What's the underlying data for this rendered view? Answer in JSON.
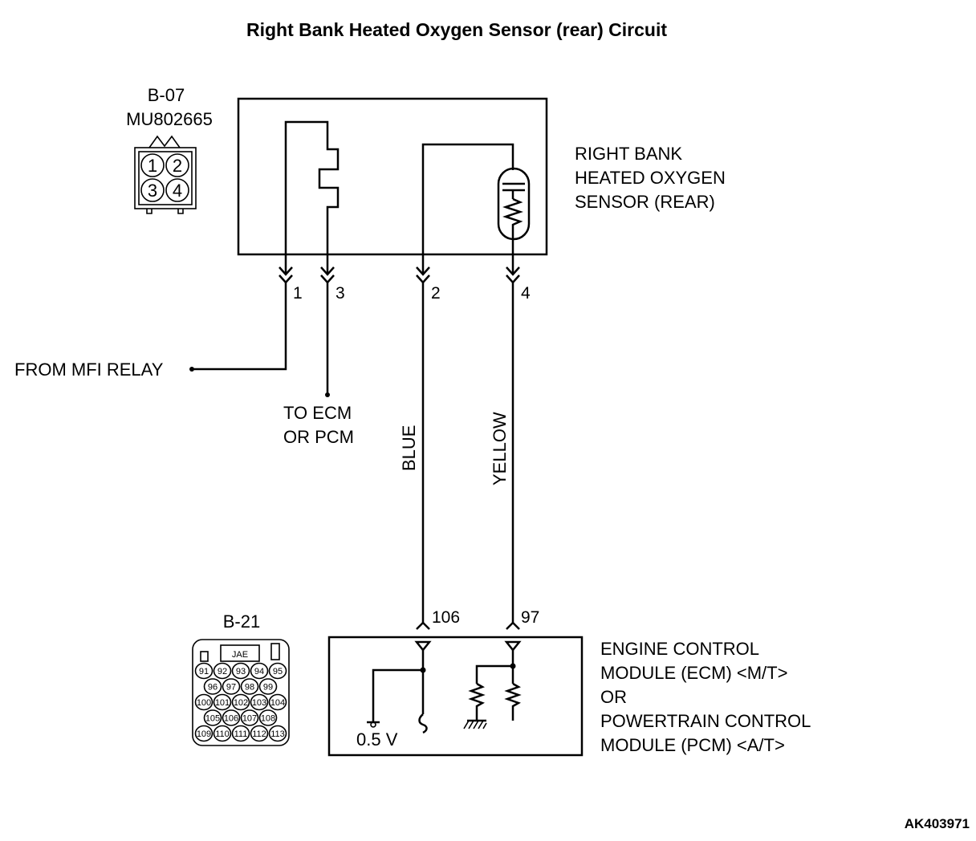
{
  "title": "Right Bank Heated Oxygen Sensor (rear) Circuit",
  "reference_code": "AK403971",
  "sensor": {
    "connector_id": "B-07",
    "part_number": "MU802665",
    "connector_pins": [
      "1",
      "2",
      "3",
      "4"
    ],
    "label_lines": [
      "RIGHT BANK",
      "HEATED OXYGEN",
      "SENSOR (REAR)"
    ]
  },
  "sensor_pins": {
    "pin1": "1",
    "pin3": "3",
    "pin2": "2",
    "pin4": "4"
  },
  "wires": {
    "relay_label": "FROM MFI RELAY",
    "ecm_label_lines": [
      "TO ECM",
      "OR PCM"
    ],
    "blue": "BLUE",
    "yellow": "YELLOW"
  },
  "module": {
    "connector_id": "B-21",
    "connector_brand": "JAE",
    "connector_rows": [
      [
        "91",
        "92",
        "93",
        "94",
        "95"
      ],
      [
        "96",
        "97",
        "98",
        "99"
      ],
      [
        "100",
        "101",
        "102",
        "103",
        "104"
      ],
      [
        "105",
        "106",
        "107",
        "108"
      ],
      [
        "109",
        "110",
        "111",
        "112",
        "113"
      ]
    ],
    "pin_blue": "106",
    "pin_yellow": "97",
    "voltage": "0.5 V",
    "label_lines": [
      "ENGINE CONTROL",
      "MODULE (ECM) <M/T>",
      "OR",
      "POWERTRAIN CONTROL",
      "MODULE (PCM) <A/T>"
    ]
  }
}
